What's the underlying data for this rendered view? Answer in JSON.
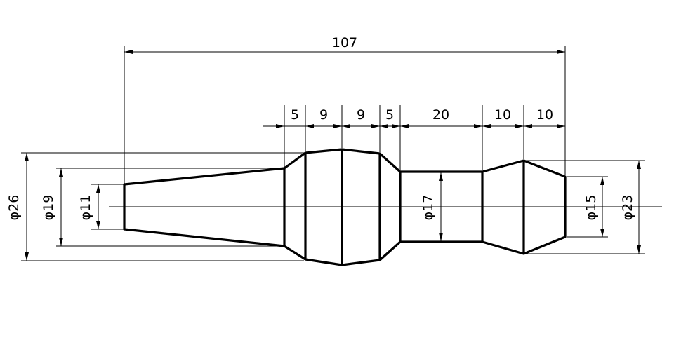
{
  "drawing": {
    "overall_length": "107",
    "segment_lengths": [
      "5",
      "9",
      "9",
      "5",
      "20",
      "10",
      "10"
    ],
    "diameters_left": [
      "φ26",
      "φ19",
      "φ11"
    ],
    "diameter_center": "φ17",
    "diameters_right": [
      "φ15",
      "φ23"
    ],
    "line_color": "#000000"
  }
}
